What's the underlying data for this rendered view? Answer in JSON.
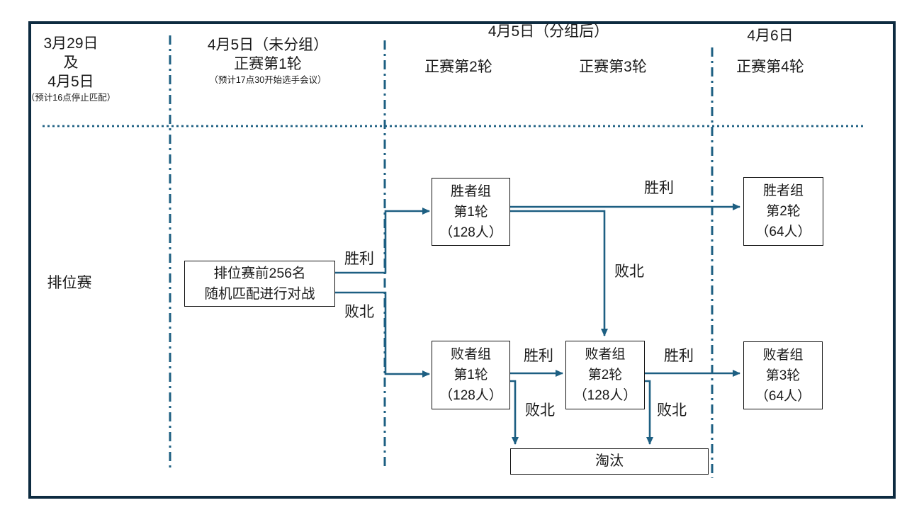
{
  "colors": {
    "accent": "#1d5f82",
    "frame": "#0d2b40",
    "box_border": "#111111",
    "text": "#1a1a1a",
    "background": "#ffffff"
  },
  "header": {
    "col1": {
      "line1": "3月29日",
      "line2": "及",
      "line3": "4月5日",
      "note": "（预计16点停止匹配）"
    },
    "col2": {
      "line1": "4月5日（未分组）",
      "line2": "正赛第1轮",
      "note": "（预计17点30开始选手会议）"
    },
    "col3": {
      "title": "4月5日（分组后）",
      "sub1": "正赛第2轮",
      "sub2": "正赛第3轮"
    },
    "col4": {
      "line1": "4月6日",
      "line2": "正赛第4轮"
    }
  },
  "sidebar_label": "排位赛",
  "nodes": {
    "seed": {
      "lines": [
        "排位赛前256名",
        "随机匹配进行对战"
      ]
    },
    "winners_r1": {
      "lines": [
        "胜者组",
        "第1轮",
        "（128人）"
      ]
    },
    "winners_r2": {
      "lines": [
        "胜者组",
        "第2轮",
        "（64人）"
      ]
    },
    "losers_r1": {
      "lines": [
        "败者组",
        "第1轮",
        "（128人）"
      ]
    },
    "losers_r2": {
      "lines": [
        "败者组",
        "第2轮",
        "（128人）"
      ]
    },
    "losers_r3": {
      "lines": [
        "败者组",
        "第3轮",
        "（64人）"
      ]
    },
    "eliminated": {
      "label": "淘汰"
    }
  },
  "edge_labels": {
    "seed_win": "胜利",
    "seed_lose": "败北",
    "w1_win": "胜利",
    "w1_lose": "败北",
    "l1_win": "胜利",
    "l1_lose": "败北",
    "l2_win": "胜利",
    "l2_lose": "败北"
  }
}
